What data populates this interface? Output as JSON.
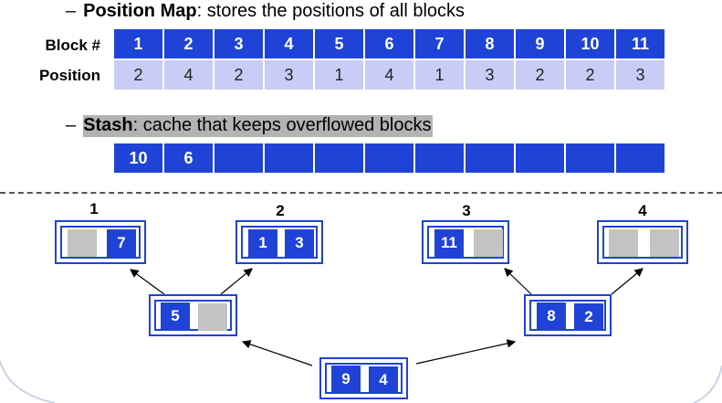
{
  "position_map": {
    "label": "Position Map",
    "description": ": stores the positions of all blocks",
    "row_labels": {
      "block": "Block #",
      "position": "Position"
    },
    "blocks": [
      "1",
      "2",
      "3",
      "4",
      "5",
      "6",
      "7",
      "8",
      "9",
      "10",
      "11"
    ],
    "positions": [
      "2",
      "4",
      "2",
      "3",
      "1",
      "4",
      "1",
      "3",
      "2",
      "2",
      "3"
    ]
  },
  "stash": {
    "label": "Stash",
    "description": ": cache that keeps overflowed blocks",
    "cells": [
      "10",
      "6",
      "",
      "",
      "",
      "",
      "",
      "",
      "",
      "",
      ""
    ]
  },
  "tree": {
    "leaf_labels": [
      "1",
      "2",
      "3",
      "4"
    ],
    "leaves": [
      {
        "slots": [
          "",
          "7"
        ]
      },
      {
        "slots": [
          "1",
          "3"
        ]
      },
      {
        "slots": [
          "11",
          ""
        ]
      },
      {
        "slots": [
          "",
          ""
        ]
      }
    ],
    "level1": [
      {
        "slots": [
          "5",
          ""
        ]
      },
      {
        "slots": [
          "8",
          "2"
        ]
      }
    ],
    "root": {
      "slots": [
        "9",
        "4"
      ]
    }
  },
  "colors": {
    "accent": "#1f43d6",
    "lavender": "#c8cdf5",
    "gray": "#c3c3c3",
    "highlight": "#b3b3b3"
  }
}
